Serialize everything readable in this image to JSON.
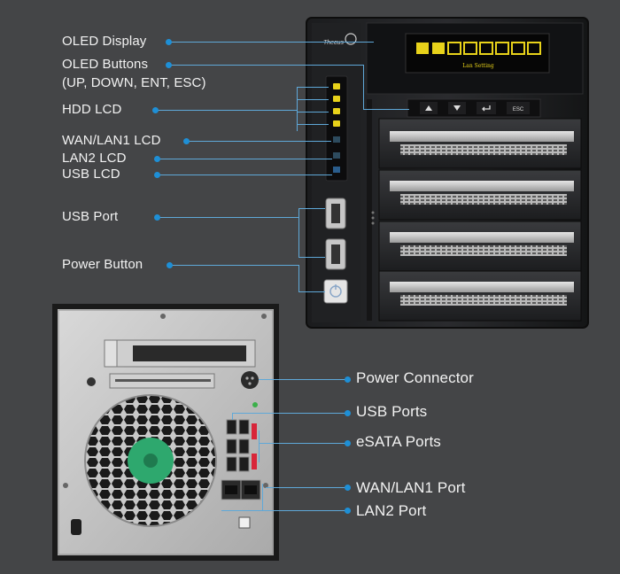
{
  "front_labels": {
    "oled_display": "OLED Display",
    "oled_buttons": "OLED Buttons",
    "oled_buttons_sub": "(UP, DOWN, ENT, ESC)",
    "hdd_lcd": "HDD LCD",
    "wan_lan1_lcd": "WAN/LAN1 LCD",
    "lan2_lcd": "LAN2 LCD",
    "usb_lcd": "USB LCD",
    "usb_port": "USB Port",
    "power_button": "Power Button"
  },
  "rear_labels": {
    "power_connector": "Power Connector",
    "usb_ports": "USB Ports",
    "esata_ports": "eSATA Ports",
    "wan_lan1_port": "WAN/LAN1 Port",
    "lan2_port": "LAN2 Port"
  },
  "device": {
    "brand": "Thecus",
    "oled_text": "Lan Setting",
    "button_esc": "ESC"
  },
  "colors": {
    "background": "#444547",
    "callout_dot": "#1e8fd6",
    "callout_line": "#5fa8d8",
    "oled_yellow": "#e8d21a",
    "fan_hub": "#2ea86e",
    "esata_red": "#d8263a"
  }
}
